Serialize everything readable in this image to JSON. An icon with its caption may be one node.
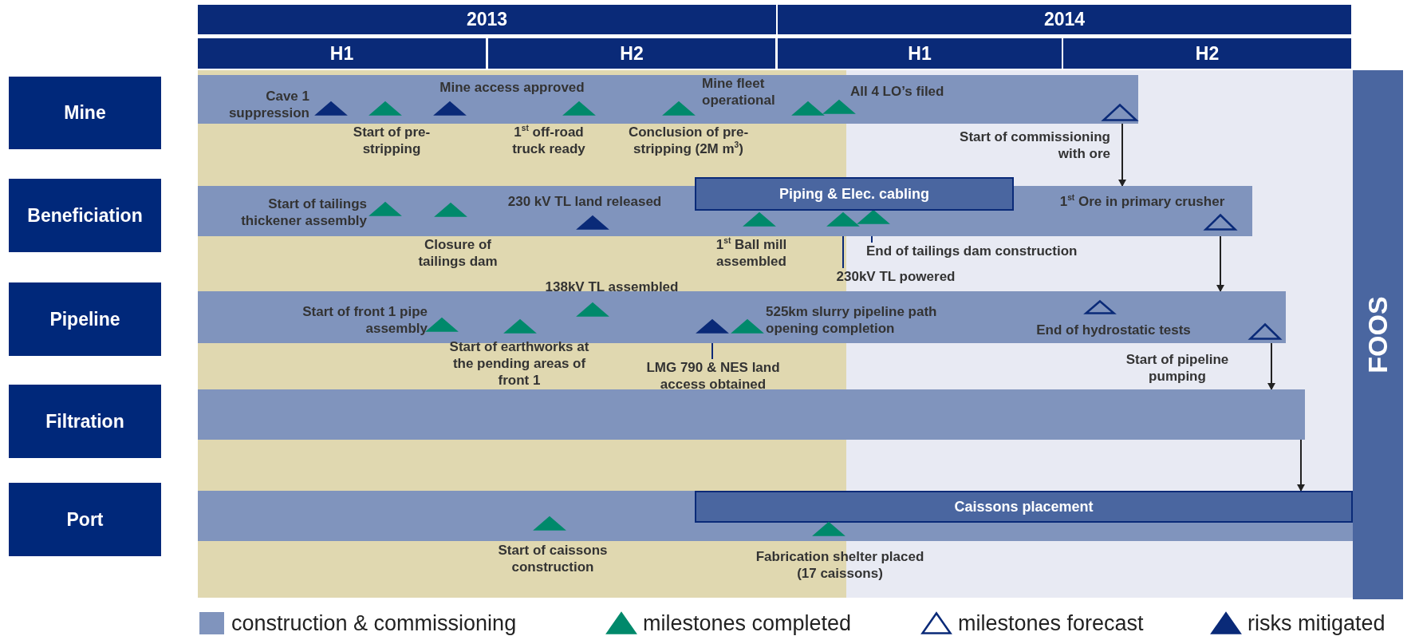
{
  "diagram": {
    "nodes": [
      {
        "text": [
          "2013"
        ]
      },
      {
        "text": [
          "2014"
        ]
      },
      {
        "text": [
          "H1"
        ]
      },
      {
        "text": [
          "H2"
        ]
      },
      {
        "text": [
          "H1"
        ]
      },
      {
        "text": [
          "H2"
        ]
      },
      {
        "text": [
          "Mine"
        ]
      },
      {
        "text": [
          "Beneficiation"
        ]
      },
      {
        "text": [
          "Pipeline"
        ]
      },
      {
        "text": [
          "Filtration"
        ]
      },
      {
        "text": [
          "Port"
        ]
      },
      {
        "text": [],
        "shape": "bar"
      },
      {
        "text": [],
        "shape": "bar"
      },
      {
        "text": [],
        "shape": "bar"
      },
      {
        "text": [],
        "shape": "bar"
      },
      {
        "text": [],
        "shape": "bar"
      },
      {
        "text": [
          "Piping & Elec. cabling"
        ]
      },
      {
        "text": [
          "Caissons placement"
        ],
        "in": 15
      },
      {
        "text": [
          "FOOS"
        ]
      },
      {
        "text": [],
        "shape": "triangle",
        "in": 11
      },
      {
        "text": [],
        "shape": "triangle",
        "in": 12
      },
      {
        "text": [],
        "shape": "triangle",
        "in": 12
      },
      {
        "text": [],
        "shape": "triangle",
        "in": 12
      },
      {
        "text": [],
        "shape": "triangle",
        "in": 13
      },
      {
        "text": [],
        "shape": "triangle",
        "in": 13
      },
      {
        "text": [
          "230kV TL powered"
        ]
      },
      {
        "text": [
          "End of tailings dam construction"
        ]
      },
      {
        "text": [
          "LMG 790 & NES land access obtained"
        ]
      }
    ],
    "edges": [
      {
        "from": 19,
        "to": 12,
        "arrow": "to"
      },
      {
        "from": 22,
        "to": 13,
        "arrow": "to"
      },
      {
        "from": 24,
        "to": 14,
        "arrow": "to"
      },
      {
        "from": 14,
        "to": 17,
        "arrow": "to"
      },
      {
        "from": 25,
        "to": 20,
        "arrow": "none",
        "color": "#0a2a78"
      },
      {
        "from": 26,
        "to": 21,
        "arrow": "none",
        "color": "#0a2a78"
      },
      {
        "from": 27,
        "to": 23,
        "arrow": "none",
        "color": "#0a2a78"
      }
    ],
    "labels": [
      "Cave 1 suppression",
      "Mine access approved",
      "Mine fleet operational",
      "All 4 LO’s filed",
      "Start of pre-stripping",
      "1$^{st}$ off-road truck ready",
      "Conclusion of pre-stripping (2M m$^{3}$)",
      "Start of commissioning with ore",
      "Start of tailings thickener assembly",
      "230 kV TL land released",
      "1$^{st}$ Ore in primary crusher",
      "Closure of tailings dam",
      "1$^{st}$ Ball mill assembled",
      "138kV TL assembled",
      "Start of front 1 pipe assembly",
      "525km slurry pipeline path opening completion",
      "End of hydrostatic tests",
      "Start of earthworks at the pending areas of front 1",
      "Start of pipeline pumping",
      "Start of caissons construction",
      "Fabrication shelter placed (17 caissons)"
    ],
    "legend": [
      {
        "text": "construction & commissioning",
        "color": "#8094bd"
      },
      {
        "text": "milestones completed"
      },
      {
        "text": "milestones forecast"
      },
      {
        "text": "risks mitigated"
      }
    ]
  }
}
